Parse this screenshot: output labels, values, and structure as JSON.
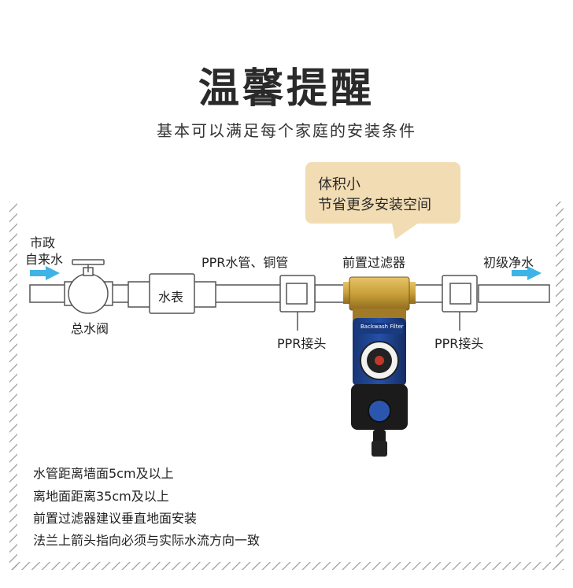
{
  "header": {
    "title": "温馨提醒",
    "subtitle": "基本可以满足每个家庭的安装条件"
  },
  "callout": {
    "line1": "体积小",
    "line2": "节省更多安装空间"
  },
  "labels": {
    "inlet_line1": "市政",
    "inlet_line2": "自来水",
    "main_valve": "总水阀",
    "water_meter": "水表",
    "pipe": "PPR水管、铜管",
    "prefilter": "前置过滤器",
    "outlet": "初级净水",
    "ppr_joint_left": "PPR接头",
    "ppr_joint_right": "PPR接头"
  },
  "filter_device": {
    "product_text": "Backwash Filter"
  },
  "notes": [
    "水管距离墙面5cm及以上",
    "离地面距离35cm及以上",
    "前置过滤器建议垂直地面安装",
    "法兰上箭头指向必须与实际水流方向一致"
  ],
  "colors": {
    "arrow": "#3fb3e6",
    "callout_bg": "#f2dcb3",
    "brass": "#c9a03a",
    "filter_blue": "#1d3f8e",
    "hatch": "#9a9a9a"
  }
}
